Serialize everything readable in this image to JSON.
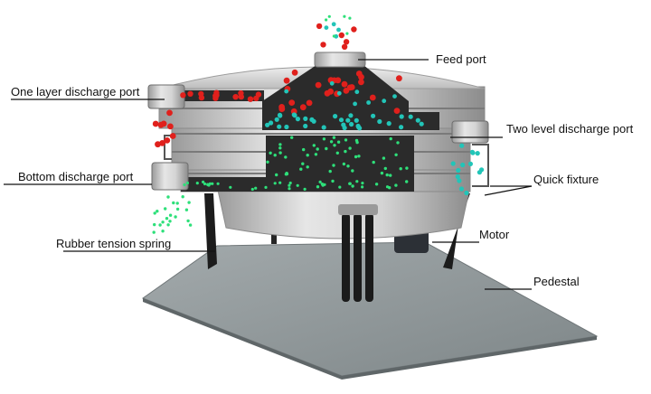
{
  "labels": {
    "feed_port": "Feed port",
    "one_layer_discharge_port": "One layer discharge port",
    "two_level_discharge_port": "Two level discharge port",
    "bottom_discharge_port": "Bottom discharge port",
    "quick_fixture": "Quick fixture",
    "rubber_tension_spring": "Rubber tension spring",
    "motor": "Motor",
    "pedestal": "Pedestal"
  },
  "colors": {
    "large_particles": "#e0201c",
    "medium_particles": "#22c5b8",
    "fine_particles": "#2ee07a",
    "cross_section": "#2b2b2b",
    "machine_body": "#c9c9c9",
    "pedestal": "#8f9799",
    "leader_lines": "#111111"
  }
}
